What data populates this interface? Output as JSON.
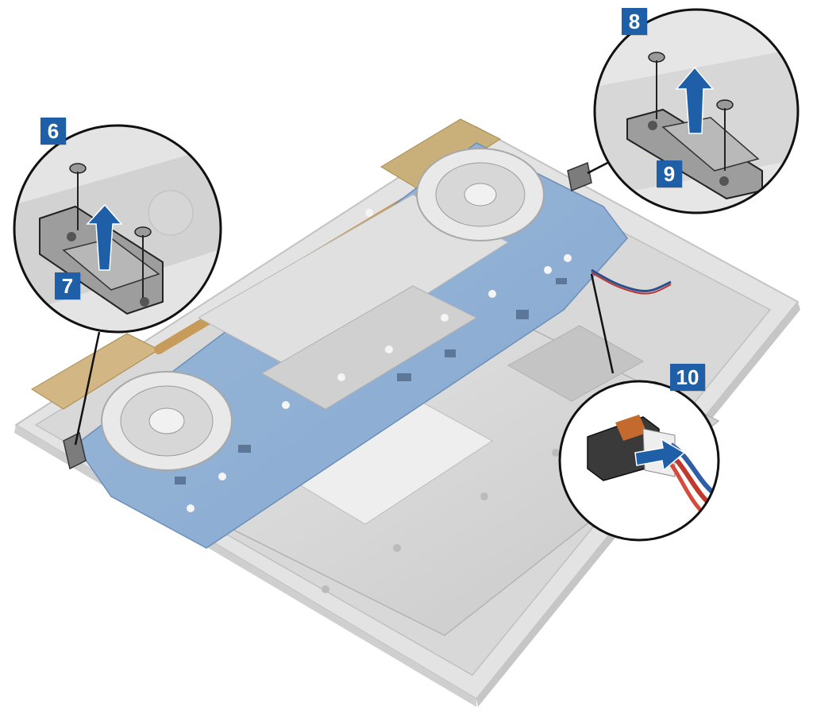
{
  "diagram": {
    "steps": [
      {
        "id": "step6",
        "label": "6"
      },
      {
        "id": "step7",
        "label": "7"
      },
      {
        "id": "step8",
        "label": "8"
      },
      {
        "id": "step9",
        "label": "9"
      },
      {
        "id": "step10",
        "label": "10"
      }
    ]
  },
  "colors": {
    "badge": "#1f5fa8",
    "arrow": "#1f5fa8",
    "board": "#8fb0d4",
    "chassis": "#dcdcdc",
    "shield": "#cfcfcf",
    "outline": "#111111"
  },
  "icons": [
    "screw-icon",
    "lift-arrow-icon",
    "hinge-bracket-icon",
    "fan-icon",
    "cable-connector-icon",
    "pull-arrow-icon"
  ]
}
